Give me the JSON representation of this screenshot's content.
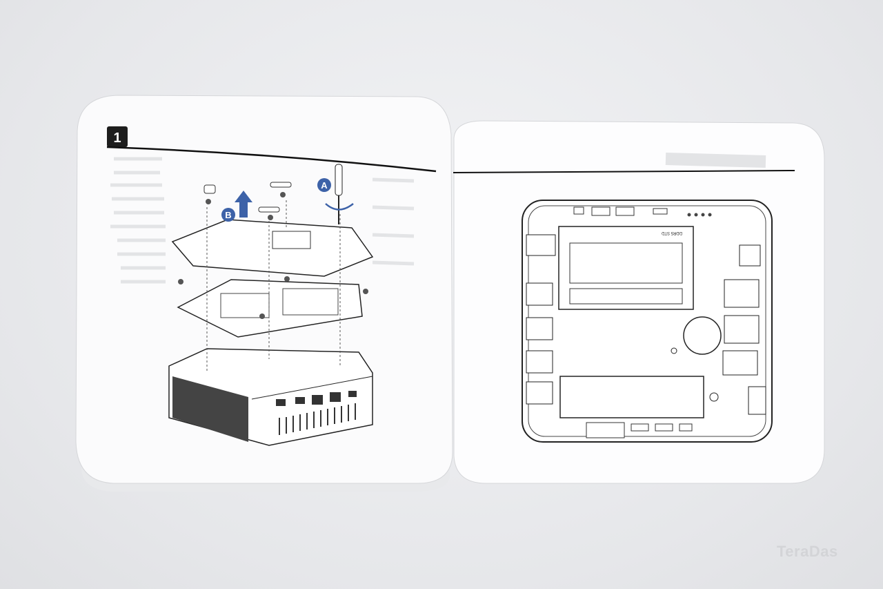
{
  "left_page": {
    "step_number": "1",
    "callout_a": "A",
    "callout_b": "B"
  },
  "right_page": {
    "slot_label": "DDR5 STD"
  },
  "watermark": "TeraDas",
  "colors": {
    "accent": "#3d62a8",
    "ink": "#222222",
    "paper": "#fbfbfc"
  }
}
